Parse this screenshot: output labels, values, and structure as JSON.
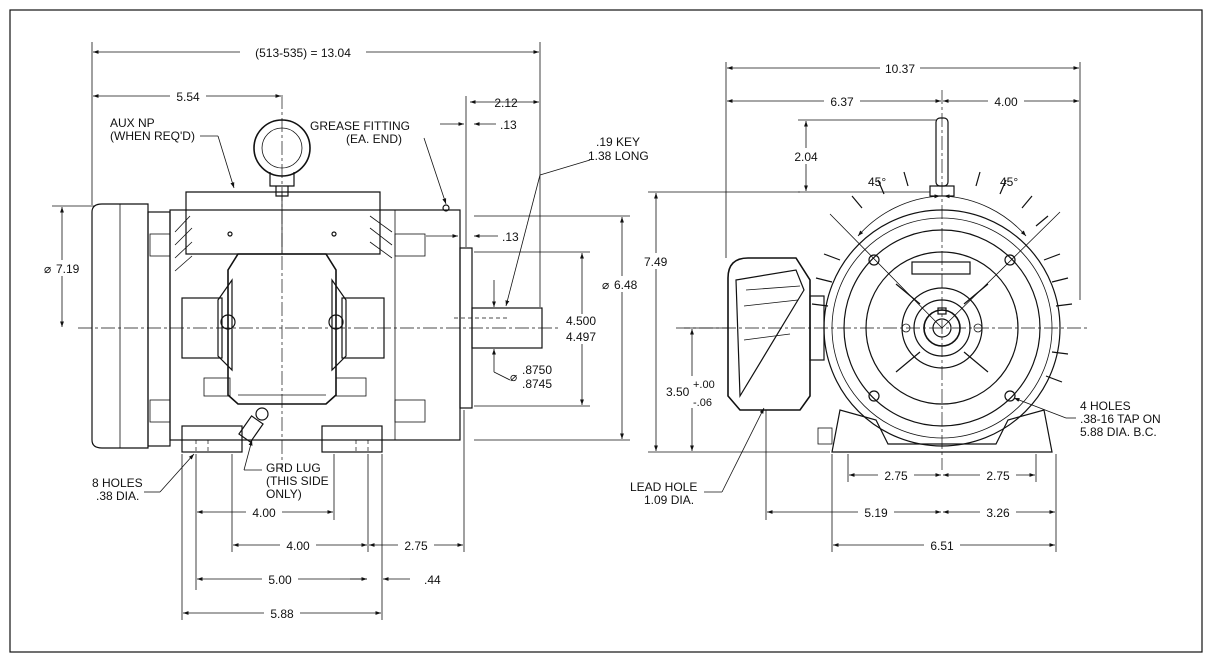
{
  "dimensions": {
    "overall_length": "(513-535) = 13.04",
    "d554": "5.54",
    "d212": "2.12",
    "d013a": ".13",
    "d013b": ".13",
    "d719": "7.19",
    "d648": "6.48",
    "d4500": "4.500",
    "d4497": "4.497",
    "d8750": ".8750",
    "d8745": ".8745",
    "d400a": "4.00",
    "d400b": "4.00",
    "d275a": "2.75",
    "d500": "5.00",
    "d044": ".44",
    "d588": "5.88",
    "d1037": "10.37",
    "d637": "6.37",
    "d400c": "4.00",
    "d204": "2.04",
    "d749": "7.49",
    "d350": "3.50",
    "d350tol_plus": "+.00",
    "d350tol_minus": "-.06",
    "d275b": "2.75",
    "d275c": "2.75",
    "d519": "5.19",
    "d326": "3.26",
    "d651": "6.51",
    "angle_left": "45°",
    "angle_right": "45°"
  },
  "callouts": {
    "aux_np_1": "AUX NP",
    "aux_np_2": "(WHEN REQ'D)",
    "grease_1": "GREASE FITTING",
    "grease_2": "(EA. END)",
    "key_1": ".19 KEY",
    "key_2": "1.38 LONG",
    "holes8_1": "8 HOLES",
    "holes8_2": ".38 DIA.",
    "grd_1": "GRD LUG",
    "grd_2": "(THIS SIDE",
    "grd_3": "ONLY)",
    "lead_1": "LEAD HOLE",
    "lead_2": "1.09 DIA.",
    "holes4_1": "4 HOLES",
    "holes4_2": ".38-16 TAP ON",
    "holes4_3": "5.88 DIA. B.C."
  }
}
